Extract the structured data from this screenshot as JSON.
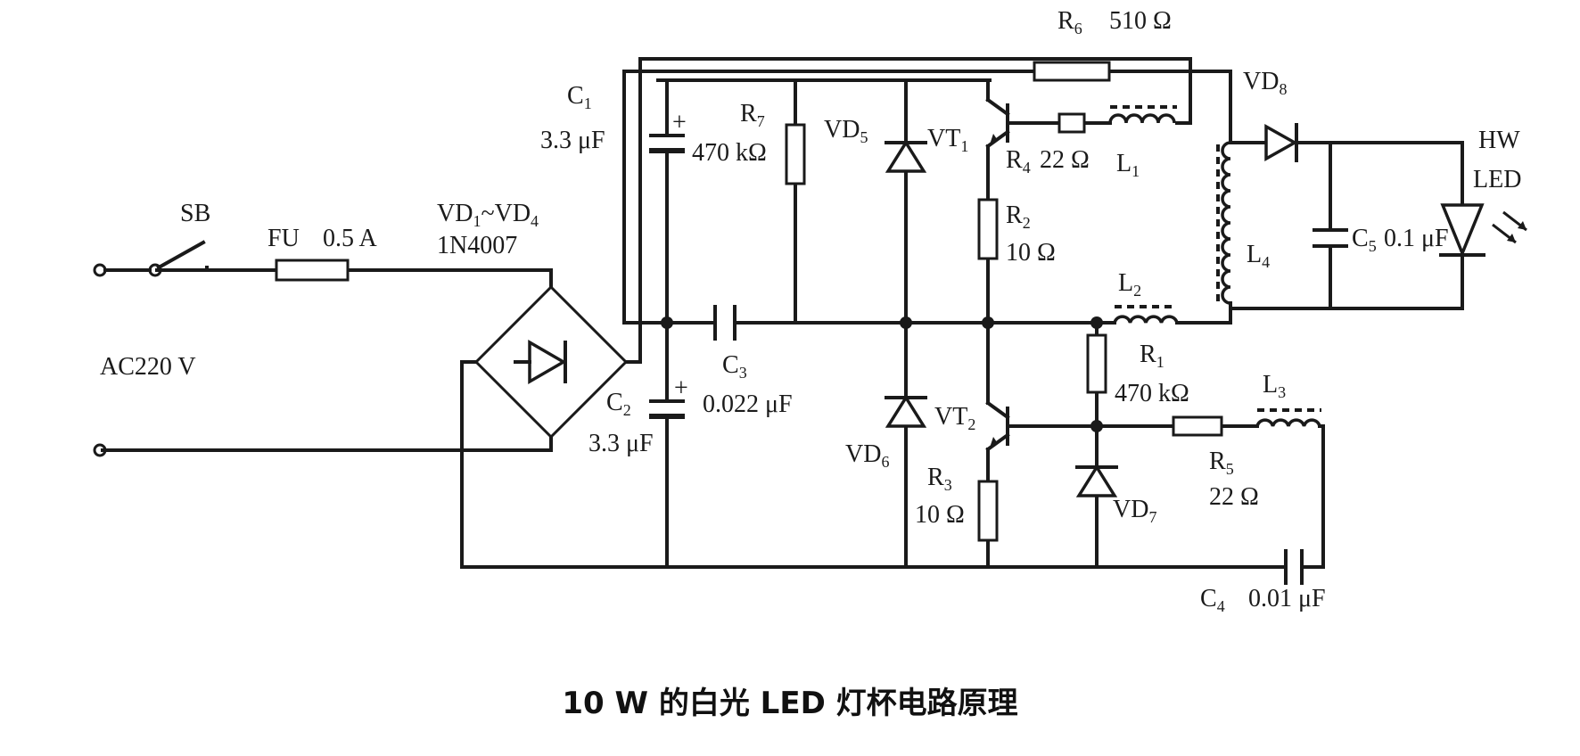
{
  "caption": "10 W 的白光 LED 灯杯电路原理",
  "labels": {
    "sb": "SB",
    "fu": "FU",
    "fu_rating": "0.5 A",
    "ac": "AC220 V",
    "bridge": "VD",
    "bridge_sub1": "1",
    "bridge_tilde": "~VD",
    "bridge_sub2": "4",
    "bridge_part": "1N4007",
    "c1": "C",
    "c1_sub": "1",
    "c1_val": "3.3 μF",
    "c2": "C",
    "c2_sub": "2",
    "c2_val": "3.3 μF",
    "c3": "C",
    "c3_sub": "3",
    "c3_val": "0.022 μF",
    "c4": "C",
    "c4_sub": "4",
    "c4_val": "0.01 μF",
    "c5": "C",
    "c5_sub": "5",
    "c5_val": "0.1 μF",
    "r1": "R",
    "r1_sub": "1",
    "r1_val": "470 kΩ",
    "r2": "R",
    "r2_sub": "2",
    "r2_val": "10 Ω",
    "r3": "R",
    "r3_sub": "3",
    "r3_val": "10 Ω",
    "r4": "R",
    "r4_sub": "4",
    "r4_val": "22 Ω",
    "r5": "R",
    "r5_sub": "5",
    "r5_val": "22 Ω",
    "r6": "R",
    "r6_sub": "6",
    "r6_val": "510 Ω",
    "r7": "R",
    "r7_sub": "7",
    "r7_val": "470 kΩ",
    "vd5": "VD",
    "vd5_sub": "5",
    "vd6": "VD",
    "vd6_sub": "6",
    "vd7": "VD",
    "vd7_sub": "7",
    "vd8": "VD",
    "vd8_sub": "8",
    "vt1": "VT",
    "vt1_sub": "1",
    "vt2": "VT",
    "vt2_sub": "2",
    "l1": "L",
    "l1_sub": "1",
    "l2": "L",
    "l2_sub": "2",
    "l3": "L",
    "l3_sub": "3",
    "l4": "L",
    "l4_sub": "4",
    "led1": "HW",
    "led2": "LED",
    "plus": "+"
  }
}
